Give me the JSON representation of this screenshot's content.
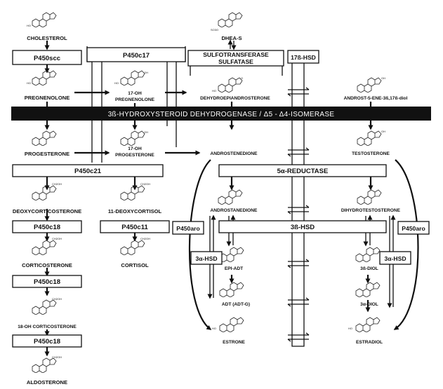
{
  "compounds": {
    "cholesterol": "CHOLESTEROL",
    "dhea_s": "DHEA-S",
    "pregnenolone": "PREGNENOLONE",
    "oh17_pregnenolone": [
      "17-OH",
      "PREGNENOLONE"
    ],
    "dehydroepiandrosterone": "DEHYDROEPIANDROSTERONE",
    "androstenediol": "ANDROST-5-ENE-3ß,17ß-diol",
    "progesterone": "PROGESTERONE",
    "oh17_progesterone": [
      "17-OH",
      "PROGESTERONE"
    ],
    "androstenedione": "ANDROSTENEDIONE",
    "testosterone": "TESTOSTERONE",
    "deoxycorticosterone": "DEOXYCORTICOSTERONE",
    "deoxycortisol": "11-DEOXYCORTISOL",
    "androstanedione": "ANDROSTANEDIONE",
    "dihydrotestosterone": "DIHYDROTESTOSTERONE",
    "corticosterone": "CORTICOSTERONE",
    "cortisol": "CORTISOL",
    "epi_adt": "EPI-ADT",
    "diol_3b": "3ß-DIOL",
    "adt": "ADT (ADT-G)",
    "diol_3a": "3α-DIOL",
    "oh18_corticosterone": "18-OH CORTICOSTERONE",
    "estrone": "ESTRONE",
    "estradiol": "ESTRADIOL",
    "aldosterone": "ALDOSTERONE"
  },
  "enzymes": {
    "p450scc": "P450scc",
    "p450c17": "P450c17",
    "sulfo": [
      "SULFOTRANSFERASE",
      "SULFATASE"
    ],
    "hsd17b": "17ß-HSD",
    "hsd3b_isomerase": "3ß-HYDROXYSTEROID  DEHYDROGENASE / Δ5 -  Δ4-ISOMERASE",
    "p450c21": "P450c21",
    "reductase5a": "5α-REDUCTASE",
    "p450c18_1": "P450c18",
    "p450c11": "P450c11",
    "p450aro_left": "P450aro",
    "p450aro_right": "P450aro",
    "hsd3b": "3ß-HSD",
    "hsd3a_left": "3α-HSD",
    "hsd3a_right": "3α-HSD",
    "p450c18_2": "P450c18",
    "p450c18_3": "P450c18"
  },
  "structure_labels": {
    "ho": "HO",
    "oh": "OH",
    "o": "O",
    "ch2oh": "CH2OH",
    "so3o": "SO3O"
  },
  "colors": {
    "ink": "#111111",
    "bar_fill": "#111111",
    "bar_text": "#ffffff",
    "box_fill": "#ffffff"
  }
}
